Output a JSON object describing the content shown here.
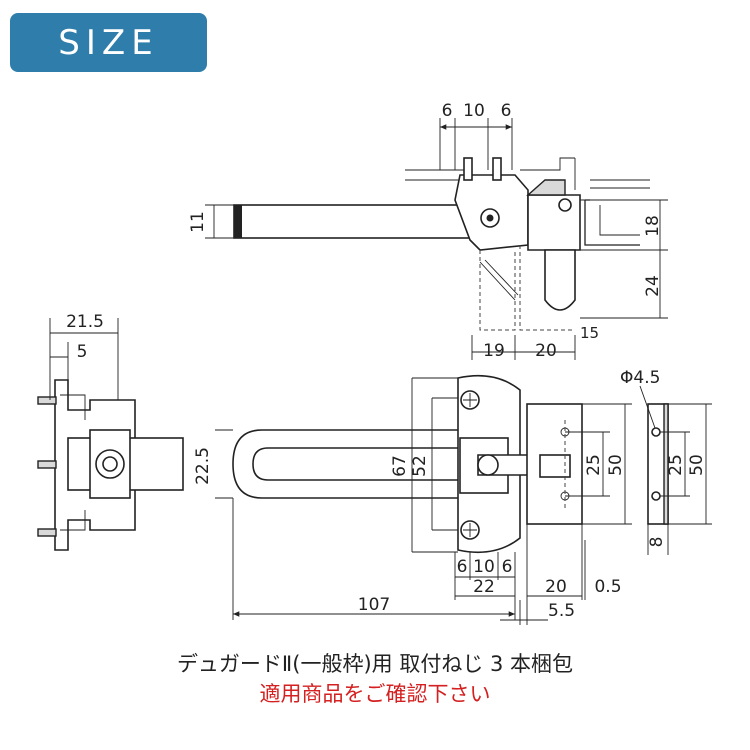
{
  "header": {
    "badge_label": "SIZE",
    "badge_color": "#2e7dab"
  },
  "dimensions": {
    "top_pitch_left": "6",
    "top_pitch_mid": "10",
    "top_pitch_right": "6",
    "arm_thickness": "11",
    "side_height": "18",
    "side_drop": "24",
    "side_gap": "15",
    "side_width_left": "19",
    "side_width_right": "20",
    "left_width": "21.5",
    "left_offset": "5",
    "arm_inner_height": "22.5",
    "plate_height_outer": "67",
    "plate_height_inner": "52",
    "front_pitch_left": "6",
    "front_pitch_mid": "10",
    "front_pitch_right": "6",
    "plate_width": "22",
    "total_length": "107",
    "receiver_width": "20",
    "receiver_gap": "0.5",
    "receiver_offset": "5.5",
    "hole_diameter": "Φ4.5",
    "receiver_pitch": "25",
    "receiver_height": "50",
    "strip_pitch": "25",
    "strip_height": "50",
    "strip_thickness": "8"
  },
  "captions": {
    "product_note": "デュガードⅡ(一般枠)用 取付ねじ 3 本梱包",
    "warning_note": "適用商品をご確認下さい",
    "warning_color": "#d42020"
  }
}
